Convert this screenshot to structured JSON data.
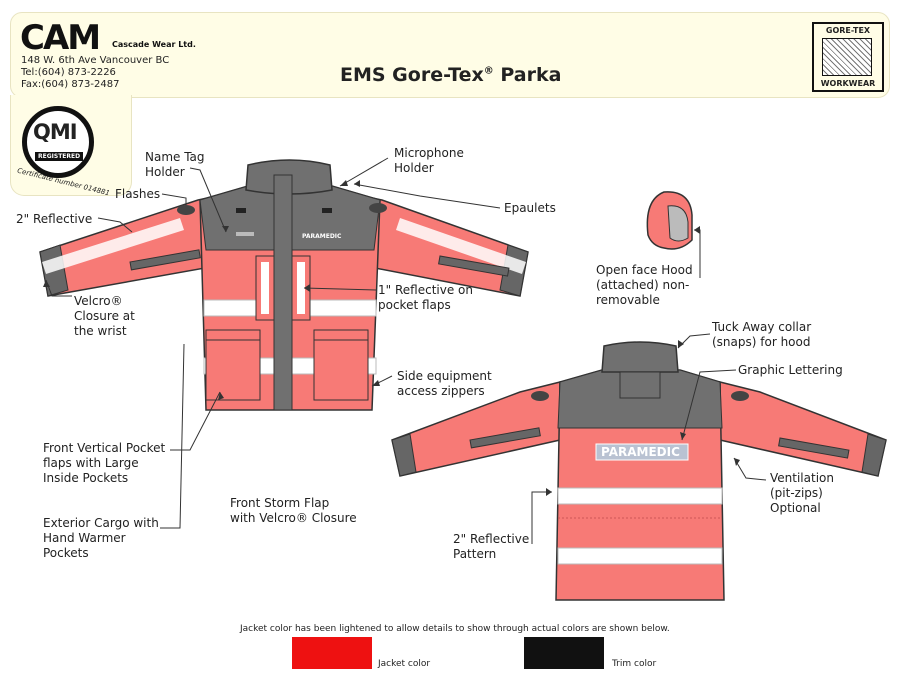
{
  "header": {
    "logo": "CAM",
    "company": "Cascade Wear Ltd.",
    "address": "148 W. 6th Ave Vancouver BC",
    "tel": "Tel:(604) 873-2226",
    "fax": "Fax:(604) 873-2487",
    "title_main": "EMS Gore-Tex",
    "title_reg": "®",
    "title_end": " Parka",
    "goretex_top": "GORE-TEX",
    "goretex_bottom": "WORKWEAR",
    "qmi": "QMI",
    "qmi_registered": "REGISTERED",
    "certificate": "Certificate number 014881"
  },
  "jacket_text": {
    "front_badge": "PARAMEDIC",
    "back_badge": "PARAMEDIC"
  },
  "labels": {
    "name_tag": [
      "Name Tag",
      "Holder"
    ],
    "microphone": [
      "Microphone",
      "Holder"
    ],
    "flashes": "Flashes",
    "reflective_2": "2\" Reflective",
    "epaulets": "Epaulets",
    "velcro_wrist": [
      "Velcro®",
      "Closure at",
      "the wrist"
    ],
    "reflective_1": [
      "1\" Reflective on",
      "pocket flaps"
    ],
    "side_zippers": [
      "Side equipment",
      "access zippers"
    ],
    "hood": [
      "Open face Hood",
      "(attached) non-",
      "removable"
    ],
    "tuck_collar": [
      "Tuck Away collar",
      "(snaps) for hood"
    ],
    "graphic_lettering": "Graphic Lettering",
    "front_pocket": [
      "Front Vertical Pocket",
      "flaps with Large",
      "Inside Pockets"
    ],
    "storm_flap": [
      "Front Storm Flap",
      "with Velcro® Closure"
    ],
    "cargo": [
      "Exterior Cargo with",
      "Hand Warmer",
      "Pockets"
    ],
    "ventilation": [
      "Ventilation",
      "(pit-zips)",
      "Optional"
    ],
    "reflective_pattern": [
      "2\" Reflective",
      "Pattern"
    ]
  },
  "footer": {
    "caption": "Jacket color has been lightened to allow details to show through actual colors are shown below.",
    "jacket_color_label": "Jacket color",
    "trim_color_label": "Trim color"
  },
  "colors": {
    "jacket_light": "#f77a76",
    "trim_light": "#707070",
    "jacket_actual": "#ee1111",
    "trim_actual": "#111111",
    "reflective": "#ffffff"
  }
}
